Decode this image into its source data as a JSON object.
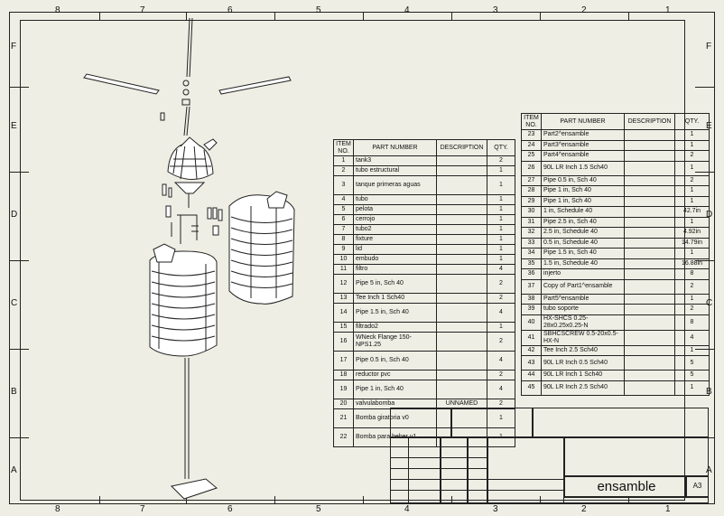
{
  "zones": {
    "cols": [
      "8",
      "7",
      "6",
      "5",
      "4",
      "3",
      "2",
      "1"
    ],
    "rows": [
      "F",
      "E",
      "D",
      "C",
      "B",
      "A"
    ]
  },
  "bom_left": {
    "headers": {
      "item": "ITEM NO.",
      "part": "PART NUMBER",
      "desc": "DESCRIPTION",
      "qty": "QTY."
    },
    "rows": [
      {
        "item": "1",
        "part": "tank3",
        "desc": "",
        "qty": "2"
      },
      {
        "item": "2",
        "part": "tubo estructural",
        "desc": "",
        "qty": "1"
      },
      {
        "item": "3",
        "part": "tanque primeras aguas",
        "desc": "",
        "qty": "1"
      },
      {
        "item": "4",
        "part": "tubo",
        "desc": "",
        "qty": "1"
      },
      {
        "item": "5",
        "part": "pelota",
        "desc": "",
        "qty": "1"
      },
      {
        "item": "6",
        "part": "cerrojo",
        "desc": "",
        "qty": "1"
      },
      {
        "item": "7",
        "part": "tubo2",
        "desc": "",
        "qty": "1"
      },
      {
        "item": "8",
        "part": "fixture",
        "desc": "",
        "qty": "1"
      },
      {
        "item": "9",
        "part": "lid",
        "desc": "",
        "qty": "1"
      },
      {
        "item": "10",
        "part": "embudo",
        "desc": "",
        "qty": "1"
      },
      {
        "item": "11",
        "part": "filtro",
        "desc": "",
        "qty": "4"
      },
      {
        "item": "12",
        "part": "Pipe 5 in, Sch 40",
        "desc": "",
        "qty": "2"
      },
      {
        "item": "13",
        "part": "Tee Inch 1 Sch40",
        "desc": "",
        "qty": "2"
      },
      {
        "item": "14",
        "part": "Pipe 1.5 in, Sch 40",
        "desc": "",
        "qty": "4"
      },
      {
        "item": "15",
        "part": "filtrado2",
        "desc": "",
        "qty": "1"
      },
      {
        "item": "16",
        "part": "WNeck Flange 150-NPS1.25",
        "desc": "",
        "qty": "2"
      },
      {
        "item": "17",
        "part": "Pipe 0.5 in, Sch 40",
        "desc": "",
        "qty": "4"
      },
      {
        "item": "18",
        "part": "reductor pvc",
        "desc": "",
        "qty": "2"
      },
      {
        "item": "19",
        "part": "Pipe 1 in, Sch 40",
        "desc": "",
        "qty": "4"
      },
      {
        "item": "20",
        "part": "valvulabomba",
        "desc": "UNNAMED",
        "qty": "2"
      },
      {
        "item": "21",
        "part": "Bomba giratoria v0",
        "desc": "",
        "qty": "1"
      },
      {
        "item": "22",
        "part": "Bomba para beber v1",
        "desc": "",
        "qty": "1"
      }
    ]
  },
  "bom_right": {
    "headers": {
      "item": "ITEM NO.",
      "part": "PART NUMBER",
      "desc": "DESCRIPTION",
      "qty": "QTY."
    },
    "rows": [
      {
        "item": "23",
        "part": "Part2^ensamble",
        "desc": "",
        "qty": "1"
      },
      {
        "item": "24",
        "part": "Part3^ensamble",
        "desc": "",
        "qty": "1"
      },
      {
        "item": "25",
        "part": "Part4^ensamble",
        "desc": "",
        "qty": "2"
      },
      {
        "item": "26",
        "part": "90L LR Inch 1.5 Sch40",
        "desc": "",
        "qty": "1"
      },
      {
        "item": "27",
        "part": "Pipe 0.5 in, Sch 40",
        "desc": "",
        "qty": "2"
      },
      {
        "item": "28",
        "part": "Pipe 1 in, Sch 40",
        "desc": "",
        "qty": "1"
      },
      {
        "item": "29",
        "part": "Pipe 1 in, Sch 40",
        "desc": "",
        "qty": "1"
      },
      {
        "item": "30",
        "part": "1 in, Schedule 40",
        "desc": "",
        "qty": "42.7in"
      },
      {
        "item": "31",
        "part": "Pipe 2.5 in, Sch 40",
        "desc": "",
        "qty": "1"
      },
      {
        "item": "32",
        "part": "2.5 in, Schedule 40",
        "desc": "",
        "qty": "4.92in"
      },
      {
        "item": "33",
        "part": "0.5 in, Schedule 40",
        "desc": "",
        "qty": "14.79in"
      },
      {
        "item": "34",
        "part": "Pipe 1.5 in, Sch 40",
        "desc": "",
        "qty": "1"
      },
      {
        "item": "35",
        "part": "1.5 in, Schedule 40",
        "desc": "",
        "qty": "16.88in"
      },
      {
        "item": "36",
        "part": "injerto",
        "desc": "",
        "qty": "8"
      },
      {
        "item": "37",
        "part": "Copy of Part1^ensamble",
        "desc": "",
        "qty": "2"
      },
      {
        "item": "38",
        "part": "Part5^ensamble",
        "desc": "",
        "qty": "1"
      },
      {
        "item": "39",
        "part": "tubo soporte",
        "desc": "",
        "qty": "2"
      },
      {
        "item": "40",
        "part": "HX-SHCS 0.25-28x0.25x0.25-N",
        "desc": "",
        "qty": "8"
      },
      {
        "item": "41",
        "part": "SBHCSCREW 0.5-20x0.5-HX-N",
        "desc": "",
        "qty": "4"
      },
      {
        "item": "42",
        "part": "Tee Inch 2.5 Sch40",
        "desc": "",
        "qty": "1"
      },
      {
        "item": "43",
        "part": "90L LR Inch 0.5 Sch40",
        "desc": "",
        "qty": "5"
      },
      {
        "item": "44",
        "part": "90L LR Inch 1 Sch40",
        "desc": "",
        "qty": "5"
      },
      {
        "item": "45",
        "part": "90L LR Inch 2.5 Sch40",
        "desc": "",
        "qty": "1"
      }
    ]
  },
  "title_block": {
    "title": "ensamble",
    "size": "A3"
  }
}
